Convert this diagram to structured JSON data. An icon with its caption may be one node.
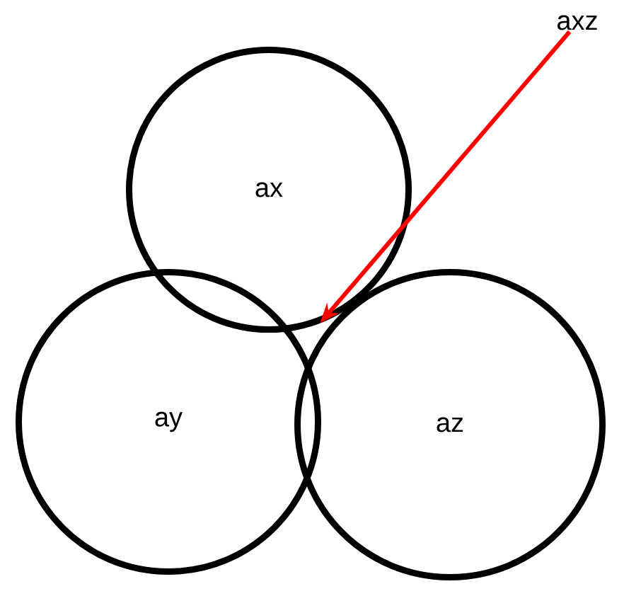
{
  "diagram": {
    "nodes": [
      {
        "text": [
          "ax"
        ]
      },
      {
        "text": [
          "ay"
        ]
      },
      {
        "text": [
          "az"
        ]
      },
      {
        "text": [
          "axz"
        ]
      }
    ],
    "edges": [
      {
        "from": 3,
        "to": 0,
        "arrow": "to",
        "color": "#ff0000"
      }
    ]
  }
}
